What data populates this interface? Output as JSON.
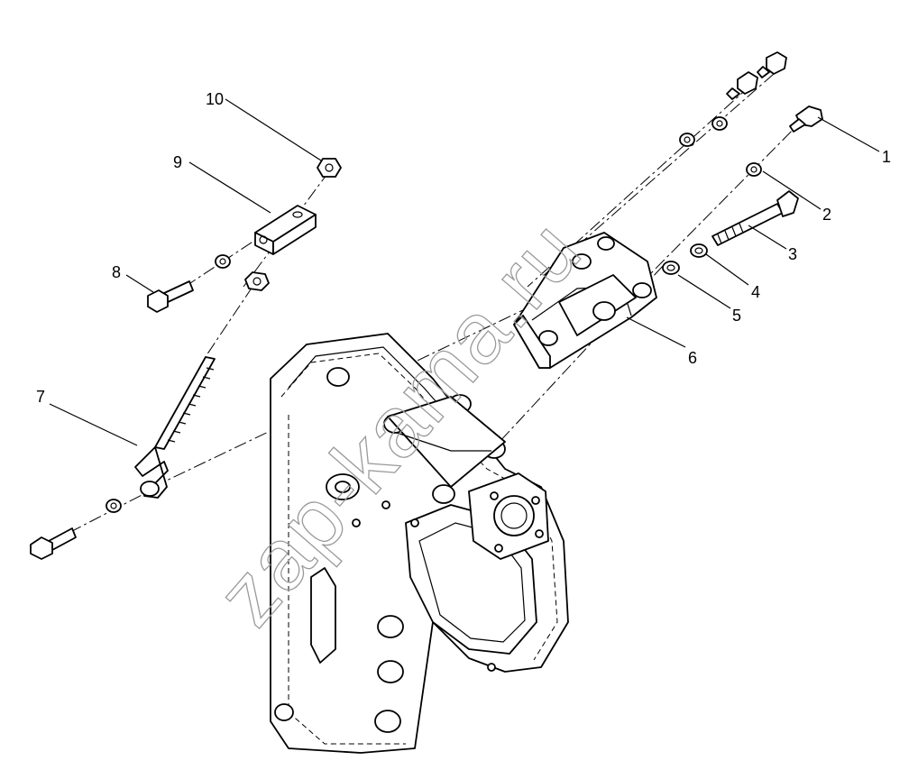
{
  "watermark": "zap-kama.ru",
  "callouts": [
    {
      "id": "1",
      "text": "1"
    },
    {
      "id": "2",
      "text": "2"
    },
    {
      "id": "3",
      "text": "3"
    },
    {
      "id": "4",
      "text": "4"
    },
    {
      "id": "5",
      "text": "5"
    },
    {
      "id": "6",
      "text": "6"
    },
    {
      "id": "7",
      "text": "7"
    },
    {
      "id": "8",
      "text": "8"
    },
    {
      "id": "9",
      "text": "9"
    },
    {
      "id": "10",
      "text": "10"
    }
  ]
}
